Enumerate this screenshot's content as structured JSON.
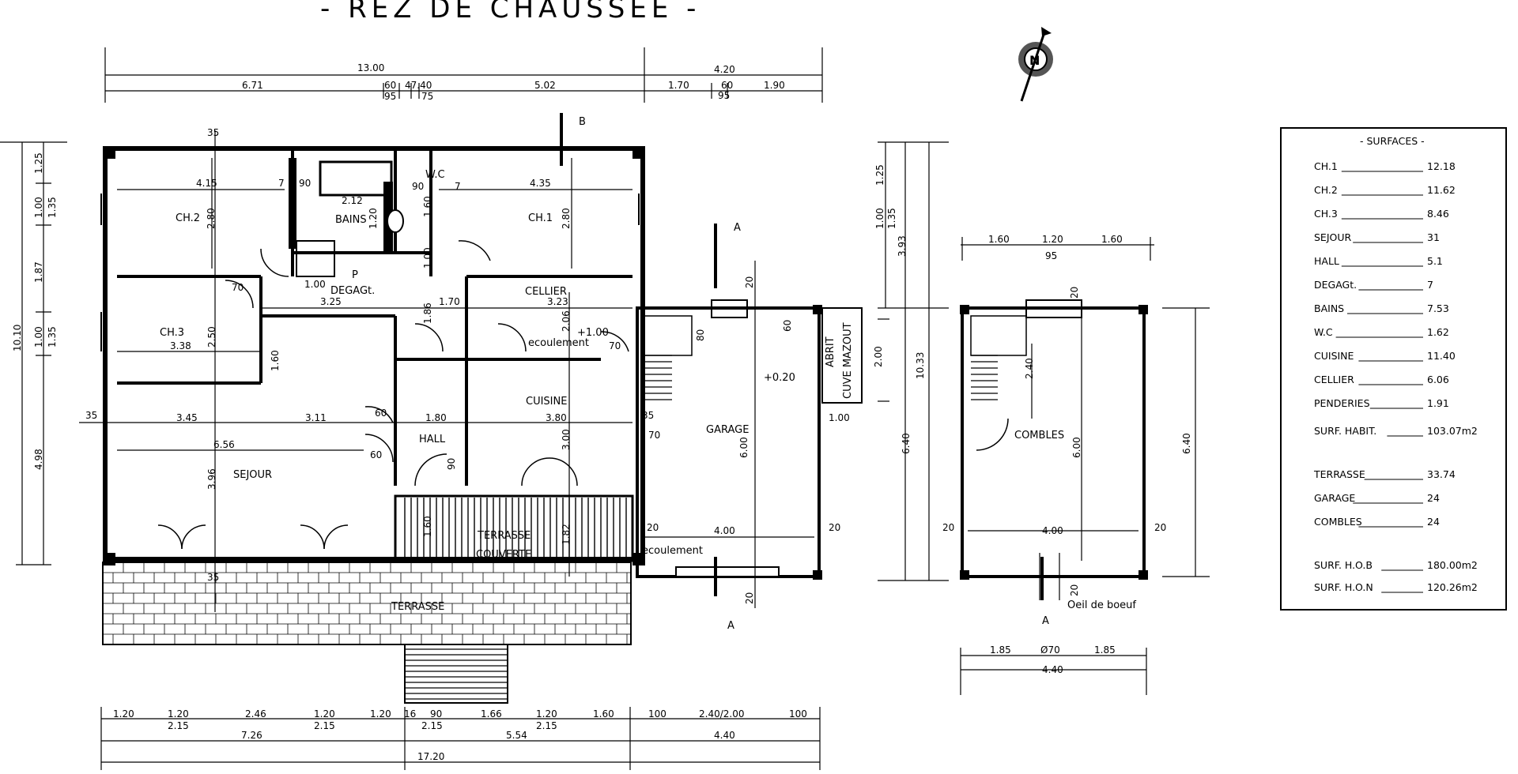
{
  "title": "- REZ DE CHAUSSEE -",
  "section_marks": {
    "b": "B",
    "a1": "A",
    "a2": "A",
    "a3": "A"
  },
  "rooms": {
    "ch2": "CH.2",
    "bains": "BAINS",
    "wc": "W.C",
    "ch1": "CH.1",
    "degagement": "DEGAGt.",
    "cellier": "CELLIER",
    "ch3": "CH.3",
    "cuisine": "CUISINE",
    "hall": "HALL",
    "sejour": "SEJOUR",
    "garage": "GARAGE",
    "terrasse_couverte_1": "TERRASSE",
    "terrasse_couverte_2": "COUVERTE",
    "terrasse": "TERRASSE",
    "abrit": "ABRIT",
    "cuve": "CUVE MAZOUT",
    "combles": "COMBLES",
    "ecoulement1": "ecoulement",
    "ecoulement2": "ecoulement",
    "oeil": "Oeil de boeuf",
    "plus100": "+1.00",
    "plus020": "+0.20",
    "p": "P"
  },
  "dims_top": {
    "total": "13.00",
    "right": "4.20",
    "a": "6.71",
    "b1": "60",
    "b2": "47.40",
    "b3": "95",
    "b4": "75",
    "c": "5.02",
    "d": "1.70",
    "e": "60",
    "e2": "95",
    "f": "1.90"
  },
  "dims_bottom": {
    "a1": "1.20",
    "a2": "1.20",
    "a3": "2.46",
    "a4": "1.20",
    "a5": "1.20",
    "a6": "16",
    "a7": "90",
    "a8": "1.66",
    "a9": "1.20",
    "a10": "1.60",
    "a11": "100",
    "a12": "2.40/2.00",
    "a13": "100",
    "b1": "2.15",
    "b2": "2.15",
    "b3": "2.15",
    "b4": "2.15",
    "c1": "7.26",
    "c2": "5.54",
    "c3": "4.40",
    "total": "17.20"
  },
  "dims_left": {
    "a1": "1.25",
    "a2": "1.00",
    "a3": "1.35",
    "a4": "1.87",
    "a5": "1.00",
    "a6": "1.35",
    "a7": "4.98",
    "total": "10.10"
  },
  "dims_interior": {
    "ch2w": "4.15",
    "seven1": "7",
    "ninety1": "90",
    "d212": "2.12",
    "ch2h": "2.80",
    "wcw": "90",
    "seven2": "7",
    "ch1w": "4.35",
    "ch1h": "2.80",
    "d160": "1.60",
    "d120": "1.20",
    "d100a": "1.00",
    "d100b": "1.00",
    "d325": "3.25",
    "d170": "1.70",
    "d323": "3.23",
    "d186": "1.86",
    "d206": "2.06",
    "d250": "2.50",
    "d338": "3.38",
    "d160b": "1.60",
    "d345": "3.45",
    "d311": "3.11",
    "d180": "1.80",
    "d380": "3.80",
    "d656": "6.56",
    "d396": "3.96",
    "d300": "3.00",
    "d35a": "35",
    "d35b": "35",
    "d35c": "35",
    "d35d": "35",
    "d70a": "70",
    "d70b": "70",
    "d70c": "70",
    "d90": "90",
    "d60a": "60",
    "d60b": "60",
    "d160c": "1.60",
    "d182": "1.82",
    "d400": "4.00",
    "d600": "6.00",
    "d20a": "20",
    "d20b": "20",
    "d20c": "20",
    "d20d": "20",
    "d80": "80",
    "d60c": "60",
    "d200": "2.00",
    "d100c": "1.00",
    "d640": "6.40",
    "d1033": "10.33",
    "d393": "3.93",
    "d125b": "1.25",
    "d100d": "1.00",
    "d135b": "1.35"
  },
  "combles_dims": {
    "t1": "1.60",
    "t2": "1.20",
    "t3": "1.60",
    "t4": "95",
    "h240": "2.40",
    "h600": "6.00",
    "w400": "4.00",
    "s20a": "20",
    "s20b": "20",
    "s20c": "20",
    "s20d": "20",
    "r640": "6.40",
    "b185a": "1.85",
    "b70": "Ø70",
    "b185b": "1.85",
    "b440": "4.40"
  },
  "surfaces": {
    "heading": "- SURFACES -",
    "rows": [
      {
        "label": "CH.1",
        "value": "12.18"
      },
      {
        "label": "CH.2",
        "value": "11.62"
      },
      {
        "label": "CH.3",
        "value": "8.46"
      },
      {
        "label": "SEJOUR",
        "value": "31"
      },
      {
        "label": "HALL",
        "value": "5.1"
      },
      {
        "label": "DEGAGt.",
        "value": "7"
      },
      {
        "label": "BAINS",
        "value": "7.53"
      },
      {
        "label": "W.C",
        "value": "1.62"
      },
      {
        "label": "CUISINE",
        "value": "11.40"
      },
      {
        "label": "CELLIER",
        "value": "6.06"
      },
      {
        "label": "PENDERIES",
        "value": "1.91"
      },
      {
        "label": "SURF. HABIT.",
        "value": "103.07m2"
      }
    ],
    "rows2": [
      {
        "label": "TERRASSE",
        "value": "33.74"
      },
      {
        "label": "GARAGE",
        "value": "24"
      },
      {
        "label": "COMBLES",
        "value": "24"
      }
    ],
    "rows3": [
      {
        "label": "SURF. H.O.B",
        "value": "180.00m2"
      },
      {
        "label": "SURF. H.O.N",
        "value": "120.26m2"
      }
    ]
  }
}
